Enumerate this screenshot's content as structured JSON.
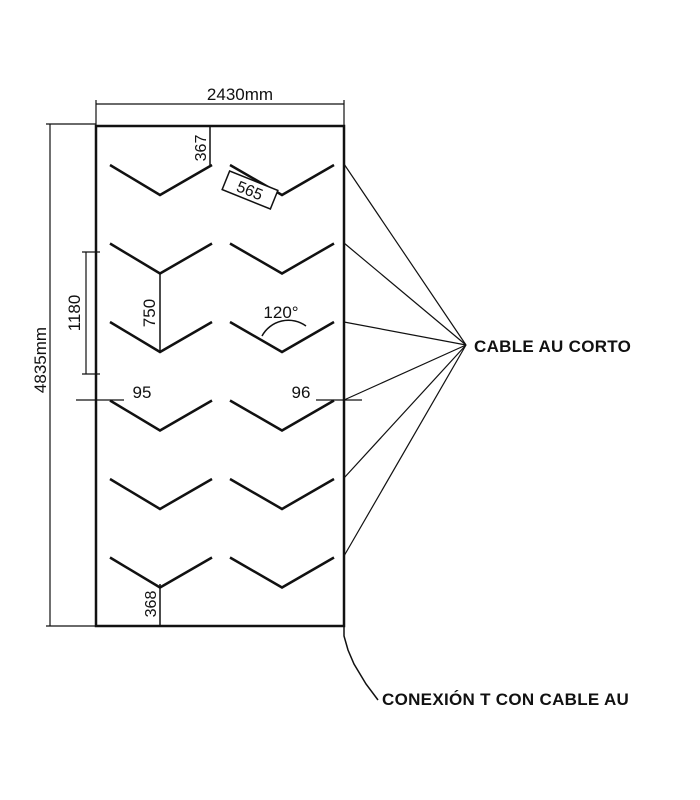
{
  "dimensions": {
    "width": "2430mm",
    "height": "4835mm",
    "top_offset": "367",
    "bottom_offset": "368",
    "chevron_length": "565",
    "row_pitch": "1180",
    "chevron_height": "750",
    "angle": "120°",
    "left_margin": "95",
    "right_margin": "96"
  },
  "labels": {
    "cable_short": "CABLE AU CORTO",
    "t_connection": "CONEXIÓN T CON CABLE AU"
  },
  "chevron_rows": 6,
  "chevron_cols": 2
}
